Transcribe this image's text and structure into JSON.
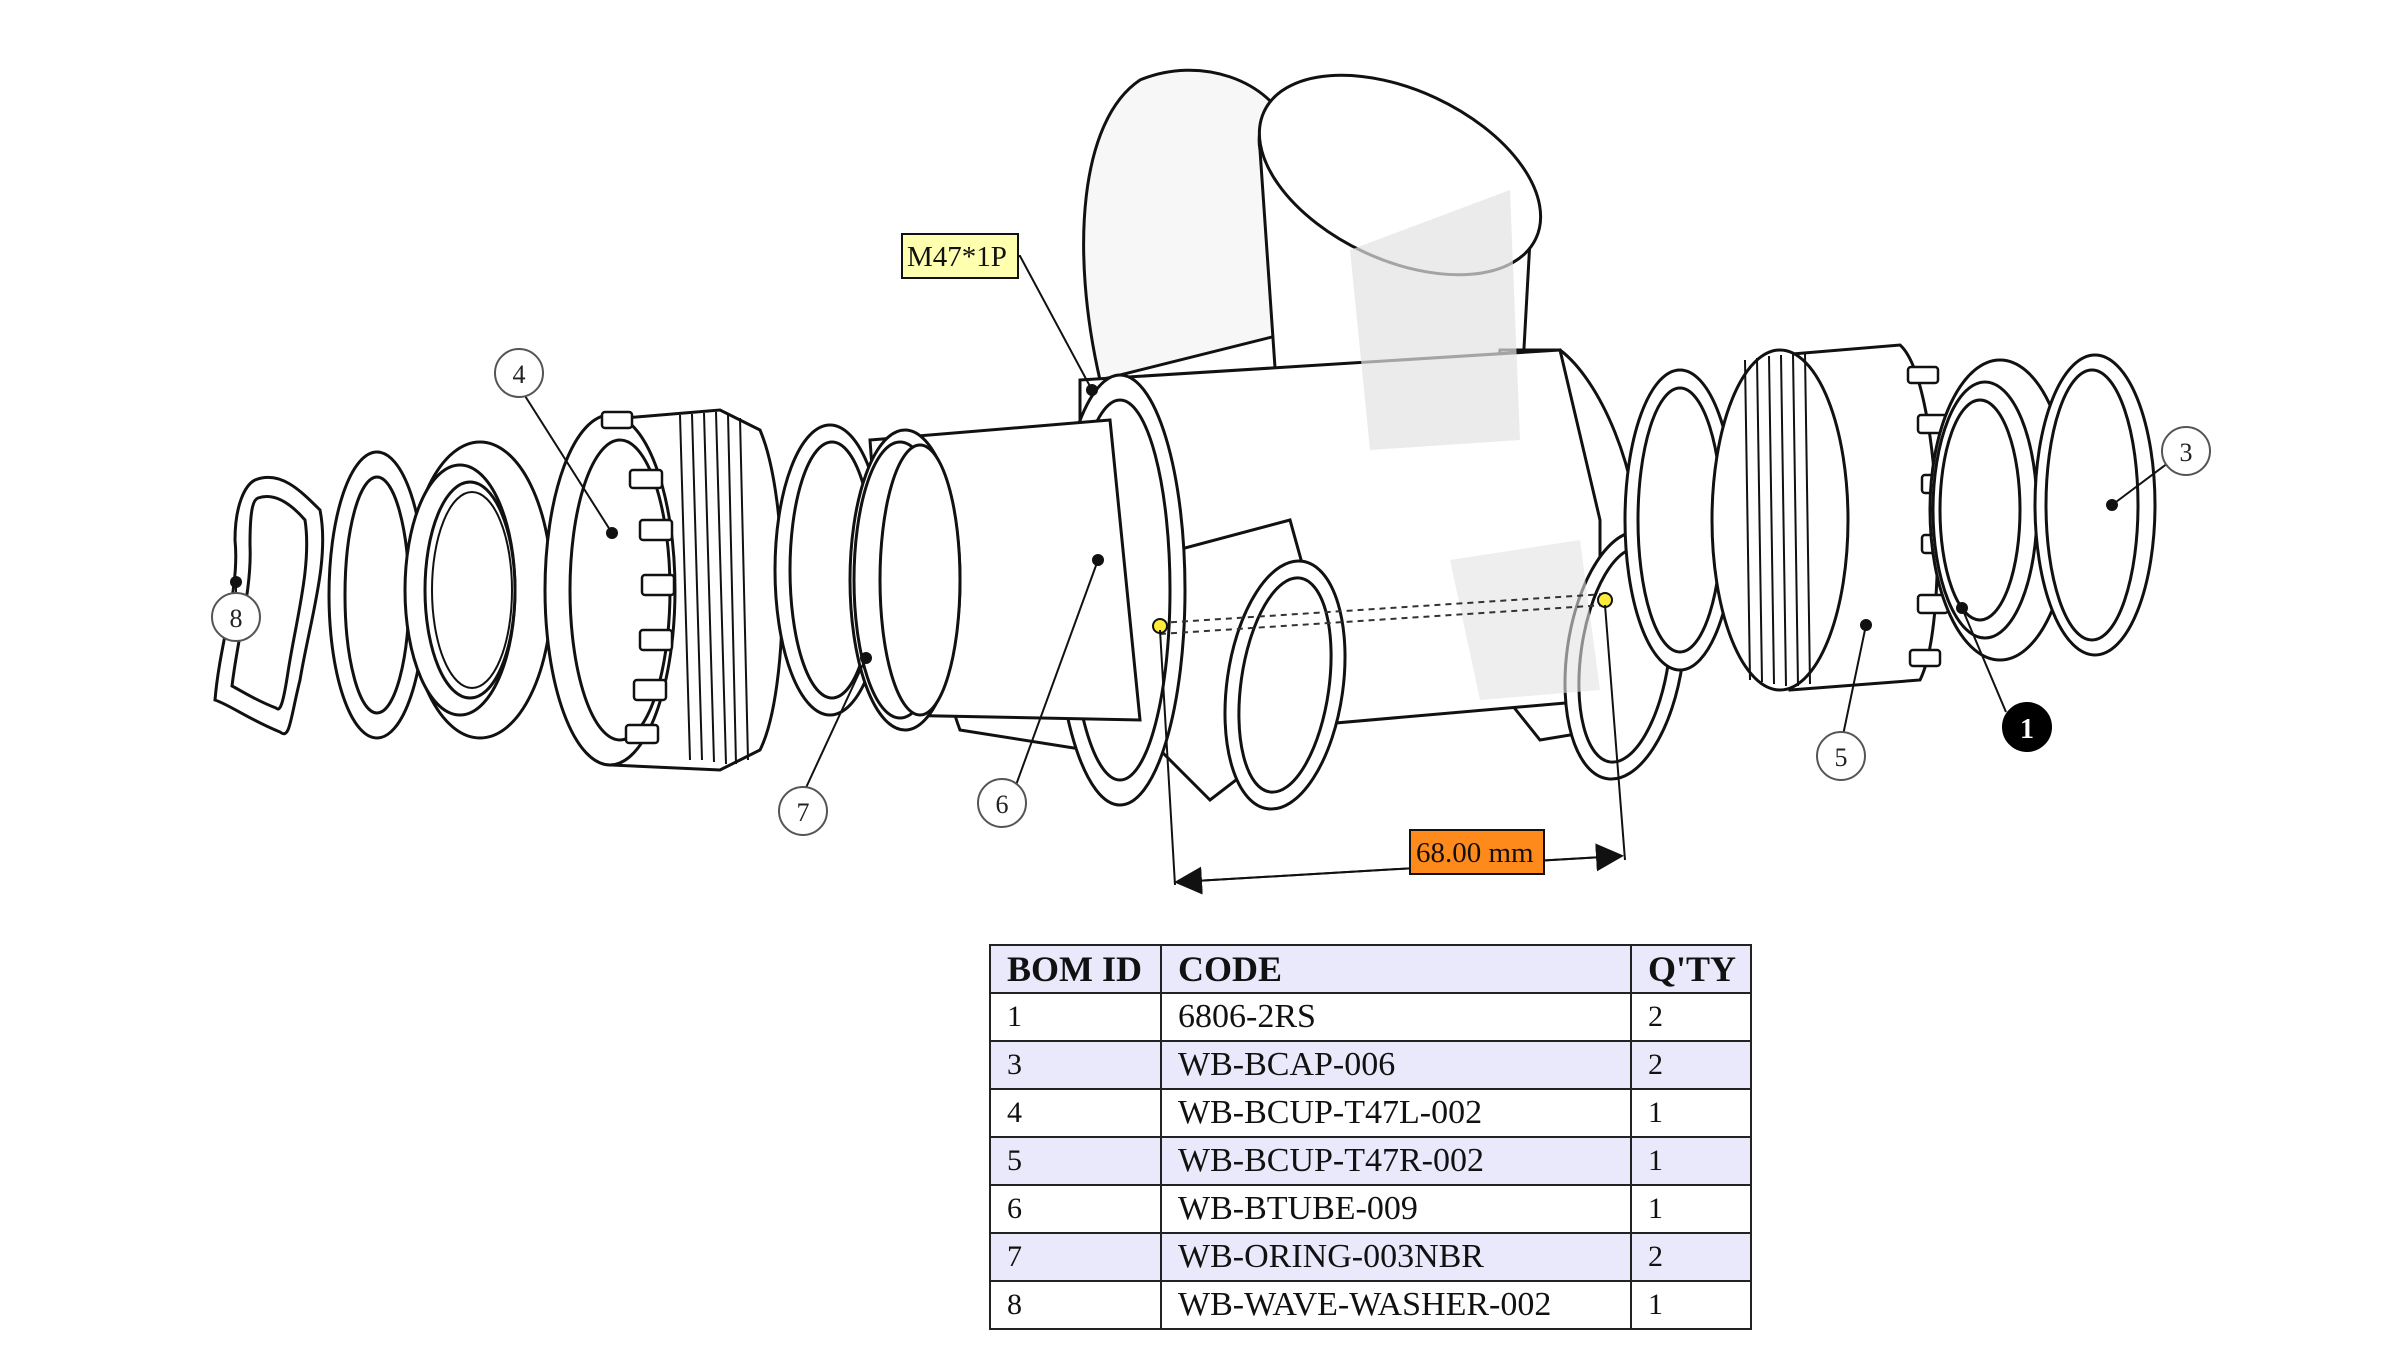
{
  "callouts": {
    "thread_label": "M47*1P",
    "dimension_label": "68.00 mm",
    "part_numbers": [
      "1",
      "3",
      "4",
      "5",
      "6",
      "7",
      "8"
    ]
  },
  "colors": {
    "thread_label_bg": "#ffffb0",
    "dimension_label_bg": "#ff8a1c",
    "table_header_bg": "#e9e9fb",
    "table_alt_row_bg": "#e9e9fb"
  },
  "bom_table": {
    "headers": [
      "BOM ID",
      "CODE",
      "Q'TY"
    ],
    "rows": [
      {
        "id": "1",
        "code": "6806-2RS",
        "qty": "2"
      },
      {
        "id": "3",
        "code": "WB-BCAP-006",
        "qty": "2"
      },
      {
        "id": "4",
        "code": "WB-BCUP-T47L-002",
        "qty": "1"
      },
      {
        "id": "5",
        "code": "WB-BCUP-T47R-002",
        "qty": "1"
      },
      {
        "id": "6",
        "code": "WB-BTUBE-009",
        "qty": "1"
      },
      {
        "id": "7",
        "code": "WB-ORING-003NBR",
        "qty": "2"
      },
      {
        "id": "8",
        "code": "WB-WAVE-WASHER-002",
        "qty": "1"
      }
    ]
  }
}
